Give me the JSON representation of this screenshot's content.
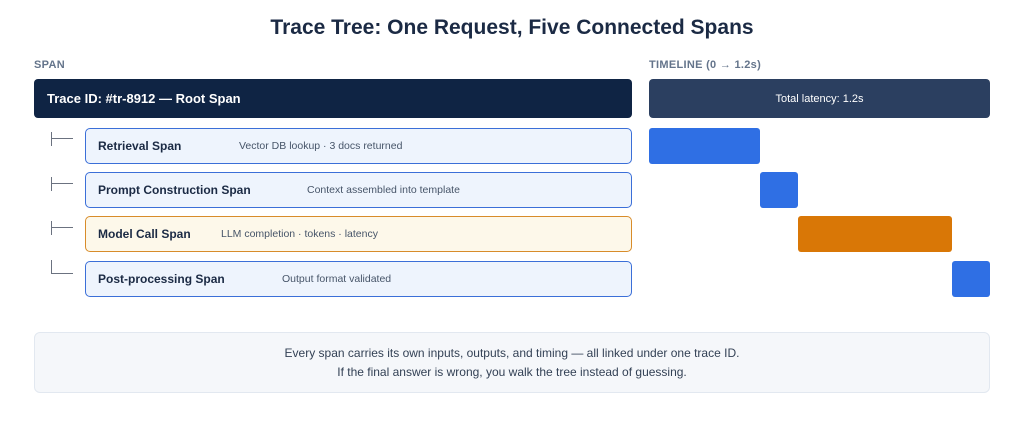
{
  "title": "Trace Tree: One Request, Five Connected Spans",
  "span_header": "SPAN",
  "timeline_header": "TIMELINE (0 → 1.2s)",
  "root": {
    "label": "Trace ID: #tr-8912 — Root Span",
    "total_latency": "Total latency: 1.2s"
  },
  "timeline": {
    "start": 0,
    "end": 1.2,
    "unit": "s"
  },
  "spans": [
    {
      "name": "Retrieval Span",
      "description": "Vector DB lookup · 3 docs returned",
      "start": 0,
      "end": 0.39,
      "color": "#2f6fe4",
      "style": "normal"
    },
    {
      "name": "Prompt Construction Span",
      "description": "Context assembled into template",
      "start": 0.39,
      "end": 0.525,
      "color": "#2f6fe4",
      "style": "normal"
    },
    {
      "name": "Model Call Span",
      "description": "LLM completion · tokens · latency",
      "start": 0.525,
      "end": 1.067,
      "color": "#d97706",
      "style": "warn"
    },
    {
      "name": "Post-processing Span",
      "description": "Output format validated",
      "start": 1.067,
      "end": 1.2,
      "color": "#2f6fe4",
      "style": "normal"
    }
  ],
  "footer": {
    "line1": "Every span carries its own inputs, outputs, and timing — all linked under one trace ID.",
    "line2": "If the final answer is wrong, you walk the tree instead of guessing."
  }
}
